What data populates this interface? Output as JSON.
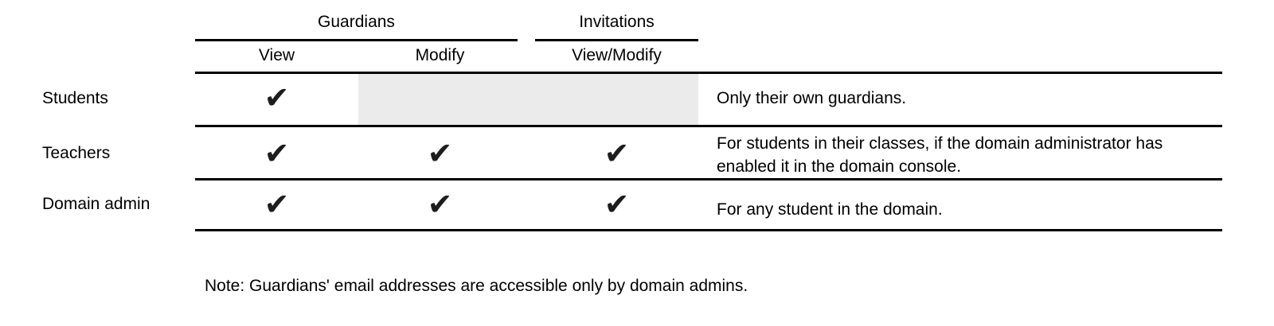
{
  "page": {
    "background": "#ffffff",
    "text_color": "#000000",
    "rule_color": "#000000",
    "disabled_cell_color": "#ebebeb",
    "check_color": "#1d1d1d"
  },
  "table": {
    "column_groups": [
      {
        "label": "Guardians"
      },
      {
        "label": "Invitations"
      }
    ],
    "columns": [
      {
        "label": "View",
        "group": "Guardians"
      },
      {
        "label": "Modify",
        "group": "Guardians"
      },
      {
        "label": "View/Modify",
        "group": "Invitations"
      }
    ],
    "check_glyph": "✔",
    "rows": [
      {
        "label": "Students",
        "cells": [
          "✔",
          "",
          ""
        ],
        "disabled_cells": [
          "Modify",
          "View/Modify"
        ],
        "note": "Only their own guardians."
      },
      {
        "label": "Teachers",
        "cells": [
          "✔",
          "✔",
          "✔"
        ],
        "disabled_cells": [],
        "note": "For students in their classes, if the domain administrator has enabled it in the domain console."
      },
      {
        "label": "Domain admin",
        "cells": [
          "✔",
          "✔",
          "✔"
        ],
        "disabled_cells": [],
        "note": "For any student in the domain."
      }
    ]
  },
  "footnote": "Note: Guardians' email addresses are accessible only by domain admins."
}
